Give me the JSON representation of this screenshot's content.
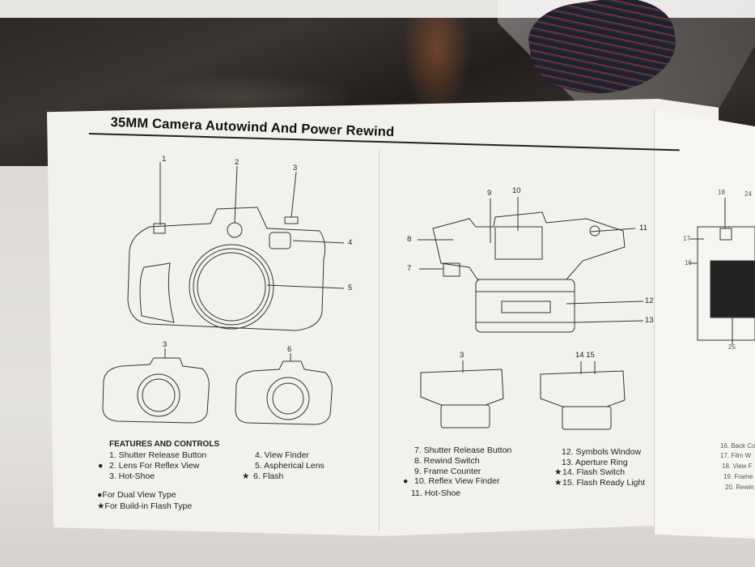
{
  "title": "35MM Camera Autowind And Power Rewind",
  "diagram_numbers": {
    "n1": "1",
    "n2": "2",
    "n3": "3",
    "n4": "4",
    "n5": "5",
    "n3b": "3",
    "n6": "6",
    "n7": "7",
    "n8": "8",
    "n9": "9",
    "n10": "10",
    "n11": "11",
    "n12": "12",
    "n13": "13",
    "n3c": "3",
    "n14": "14 15",
    "n16": "16",
    "n17": "17",
    "n18": "18",
    "n24": "24",
    "n25": "25"
  },
  "features_heading": "FEATURES AND CONTROLS",
  "left_list": [
    "1.  Shutter Release Button",
    "2.  Lens For Reflex View",
    "3.  Hot-Shoe",
    "4. View Finder",
    "5.  Aspherical Lens",
    "6.  Flash"
  ],
  "legend": [
    "For Dual View Type",
    "For Build-in Flash Type"
  ],
  "middle_list": [
    "7.  Shutter Release Button",
    "8.  Rewind Switch",
    "9.  Frame Counter",
    "10.  Reflex View Finder",
    "11.   Hot-Shoe"
  ],
  "right_list": [
    "12.  Symbols Window",
    "13.  Aperture Ring",
    "14.  Flash Switch",
    "15.  Flash Ready Light"
  ],
  "partial_list": [
    "16. Back Co",
    "17. Film W",
    "18. View F",
    "19. Frame",
    "20. Rewin"
  ],
  "markers": {
    "dot": "●",
    "star": "★"
  }
}
